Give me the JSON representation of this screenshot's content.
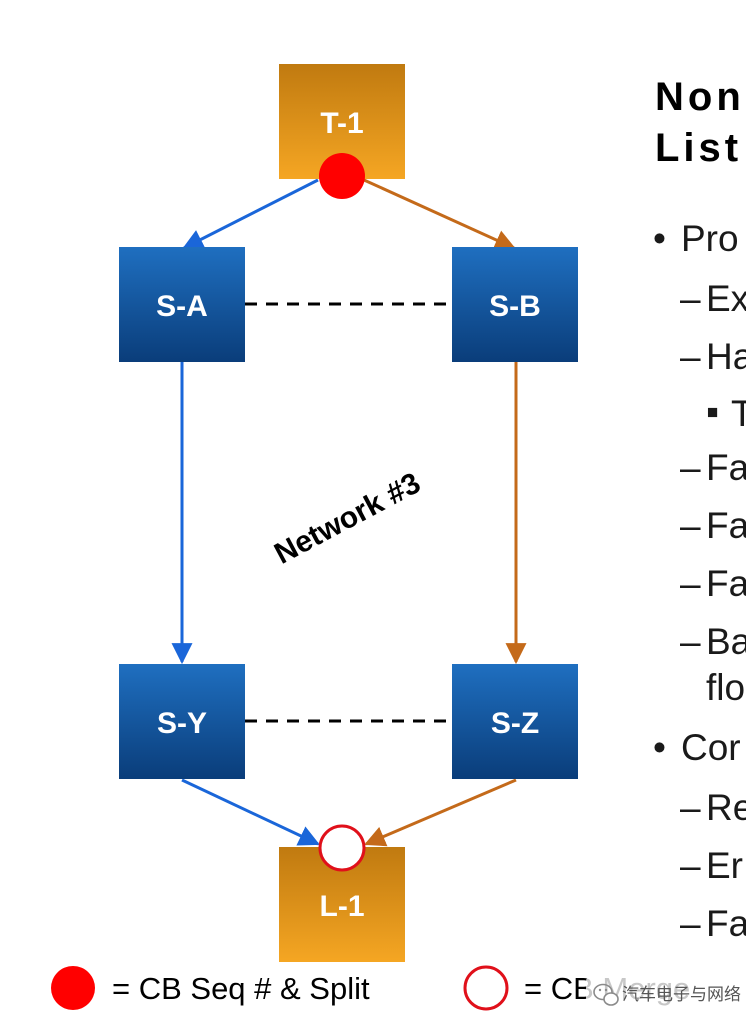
{
  "diagram": {
    "nodes": {
      "t1": {
        "label": "T-1",
        "kind": "talker"
      },
      "sa": {
        "label": "S-A",
        "kind": "switch"
      },
      "sb": {
        "label": "S-B",
        "kind": "switch"
      },
      "sy": {
        "label": "S-Y",
        "kind": "switch"
      },
      "sz": {
        "label": "S-Z",
        "kind": "switch"
      },
      "l1": {
        "label": "L-1",
        "kind": "listener"
      }
    },
    "network_label": "Network #3",
    "paths": [
      {
        "from": "T-1",
        "to": "S-A",
        "color": "#1a66d9"
      },
      {
        "from": "S-A",
        "to": "S-Y",
        "color": "#1a66d9"
      },
      {
        "from": "S-Y",
        "to": "L-1",
        "color": "#1a66d9"
      },
      {
        "from": "T-1",
        "to": "S-B",
        "color": "#c46a1a"
      },
      {
        "from": "S-B",
        "to": "S-Z",
        "color": "#c46a1a"
      },
      {
        "from": "S-Z",
        "to": "L-1",
        "color": "#c46a1a"
      }
    ],
    "links": [
      {
        "from": "S-A",
        "to": "S-B",
        "style": "dashed"
      },
      {
        "from": "S-Y",
        "to": "S-Z",
        "style": "dashed"
      }
    ]
  },
  "colors": {
    "switch_top": "#1f6fc0",
    "switch_bottom": "#0a3d7a",
    "endpoint_top": "#c07a10",
    "endpoint_bottom": "#f5a623",
    "split_fill": "#ff0000",
    "merge_stroke": "#e0101a"
  },
  "text_panel": {
    "title_lines": [
      "Non",
      "List"
    ],
    "items": [
      {
        "marker": "•",
        "text": "Pro",
        "level": 1
      },
      {
        "marker": "–",
        "text": "Ex",
        "level": 2
      },
      {
        "marker": "–",
        "text": "Ha",
        "level": 2
      },
      {
        "marker": "▪",
        "text": "T",
        "level": 3
      },
      {
        "marker": "–",
        "text": "Fa",
        "level": 2
      },
      {
        "marker": "–",
        "text": "Fa",
        "level": 2
      },
      {
        "marker": "–",
        "text": "Fa",
        "level": 2
      },
      {
        "marker": "–",
        "text": "Ba",
        "level": 2
      },
      {
        "marker": "",
        "text": "flo",
        "level": 2
      },
      {
        "marker": "•",
        "text": "Cor",
        "level": 1
      },
      {
        "marker": "–",
        "text": "Re",
        "level": 2
      },
      {
        "marker": "–",
        "text": "Er",
        "level": 2
      },
      {
        "marker": "–",
        "text": "Fa",
        "level": 2
      }
    ]
  },
  "legend": {
    "split_label": "= CB Seq # & Split",
    "merge_label": "= CB Merge",
    "split_icon": "filled-red-circle",
    "merge_icon": "hollow-red-circle"
  },
  "watermark": {
    "text": "汽车电子与网络"
  }
}
